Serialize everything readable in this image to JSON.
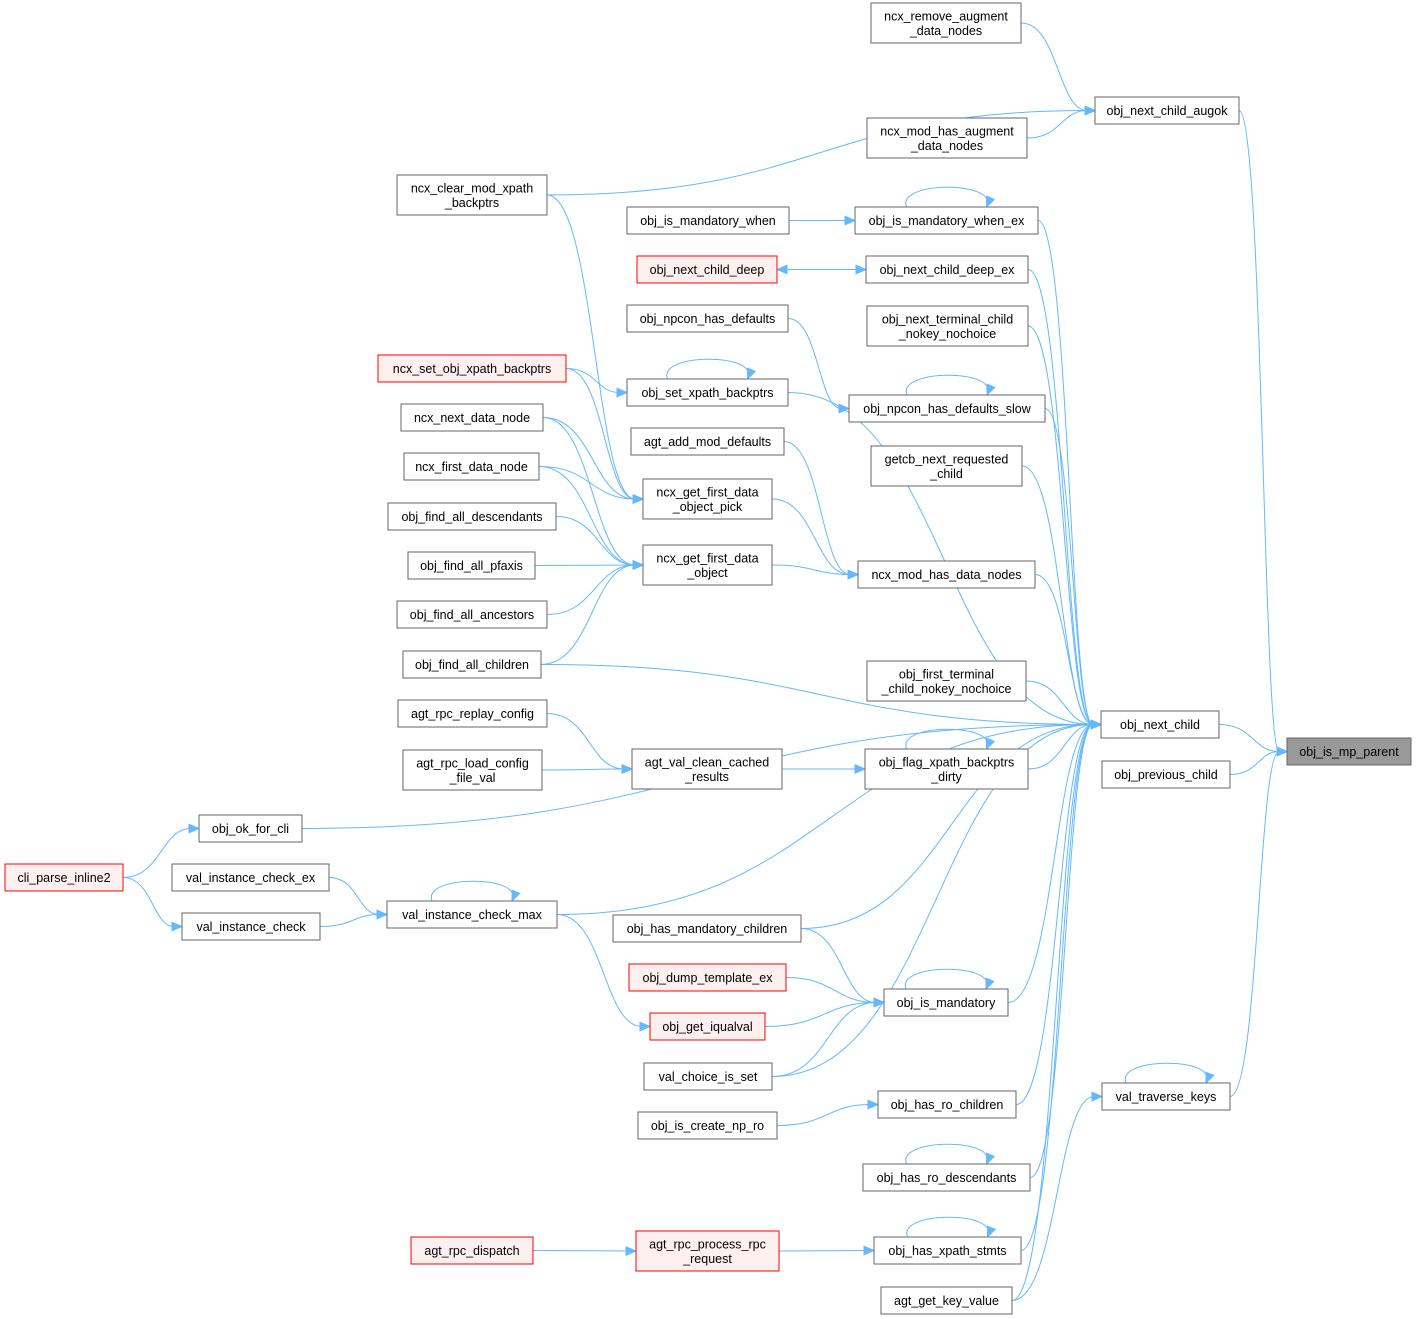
{
  "colors": {
    "edge": "#63b8ff",
    "node_border": "#666666",
    "external_border": "#ff0000",
    "external_fill": "#fff0f0",
    "focus_fill": "#999999"
  },
  "nodes": [
    {
      "id": "obj_is_mp_parent",
      "lines": [
        "obj_is_mp_parent"
      ],
      "style": "focus"
    },
    {
      "id": "obj_next_child",
      "lines": [
        "obj_next_child"
      ],
      "style": "normal"
    },
    {
      "id": "obj_next_child_augok",
      "lines": [
        "obj_next_child_augok"
      ],
      "style": "normal"
    },
    {
      "id": "obj_previous_child",
      "lines": [
        "obj_previous_child"
      ],
      "style": "normal"
    },
    {
      "id": "val_traverse_keys",
      "lines": [
        "val_traverse_keys"
      ],
      "style": "normal"
    },
    {
      "id": "ncx_remove_augment_data_nodes",
      "lines": [
        "ncx_remove_augment",
        "_data_nodes"
      ],
      "style": "normal"
    },
    {
      "id": "ncx_mod_has_augment_data_nodes",
      "lines": [
        "ncx_mod_has_augment",
        "_data_nodes"
      ],
      "style": "normal"
    },
    {
      "id": "ncx_clear_mod_xpath_backptrs",
      "lines": [
        "ncx_clear_mod_xpath",
        "_backptrs"
      ],
      "style": "normal"
    },
    {
      "id": "obj_is_mandatory_when",
      "lines": [
        "obj_is_mandatory_when"
      ],
      "style": "normal"
    },
    {
      "id": "obj_is_mandatory_when_ex",
      "lines": [
        "obj_is_mandatory_when_ex"
      ],
      "style": "normal"
    },
    {
      "id": "obj_next_child_deep",
      "lines": [
        "obj_next_child_deep"
      ],
      "style": "red"
    },
    {
      "id": "obj_next_child_deep_ex",
      "lines": [
        "obj_next_child_deep_ex"
      ],
      "style": "normal"
    },
    {
      "id": "obj_npcon_has_defaults",
      "lines": [
        "obj_npcon_has_defaults"
      ],
      "style": "normal"
    },
    {
      "id": "obj_next_terminal_child_nokey_nochoice",
      "lines": [
        "obj_next_terminal_child",
        "_nokey_nochoice"
      ],
      "style": "normal"
    },
    {
      "id": "ncx_set_obj_xpath_backptrs",
      "lines": [
        "ncx_set_obj_xpath_backptrs"
      ],
      "style": "red"
    },
    {
      "id": "obj_set_xpath_backptrs",
      "lines": [
        "obj_set_xpath_backptrs"
      ],
      "style": "normal"
    },
    {
      "id": "obj_npcon_has_defaults_slow",
      "lines": [
        "obj_npcon_has_defaults_slow"
      ],
      "style": "normal"
    },
    {
      "id": "ncx_next_data_node",
      "lines": [
        "ncx_next_data_node"
      ],
      "style": "normal"
    },
    {
      "id": "agt_add_mod_defaults",
      "lines": [
        "agt_add_mod_defaults"
      ],
      "style": "normal"
    },
    {
      "id": "getcb_next_requested_child",
      "lines": [
        "getcb_next_requested",
        "_child"
      ],
      "style": "normal"
    },
    {
      "id": "ncx_first_data_node",
      "lines": [
        "ncx_first_data_node"
      ],
      "style": "normal"
    },
    {
      "id": "ncx_get_first_data_object_pick",
      "lines": [
        "ncx_get_first_data",
        "_object_pick"
      ],
      "style": "normal"
    },
    {
      "id": "obj_find_all_descendants",
      "lines": [
        "obj_find_all_descendants"
      ],
      "style": "normal"
    },
    {
      "id": "ncx_get_first_data_object",
      "lines": [
        "ncx_get_first_data",
        "_object"
      ],
      "style": "normal"
    },
    {
      "id": "obj_find_all_pfaxis",
      "lines": [
        "obj_find_all_pfaxis"
      ],
      "style": "normal"
    },
    {
      "id": "ncx_mod_has_data_nodes",
      "lines": [
        "ncx_mod_has_data_nodes"
      ],
      "style": "normal"
    },
    {
      "id": "obj_find_all_ancestors",
      "lines": [
        "obj_find_all_ancestors"
      ],
      "style": "normal"
    },
    {
      "id": "obj_find_all_children",
      "lines": [
        "obj_find_all_children"
      ],
      "style": "normal"
    },
    {
      "id": "obj_first_terminal_child_nokey_nochoice",
      "lines": [
        "obj_first_terminal",
        "_child_nokey_nochoice"
      ],
      "style": "normal"
    },
    {
      "id": "agt_rpc_replay_config",
      "lines": [
        "agt_rpc_replay_config"
      ],
      "style": "normal"
    },
    {
      "id": "agt_rpc_load_config_file_val",
      "lines": [
        "agt_rpc_load_config",
        "_file_val"
      ],
      "style": "normal"
    },
    {
      "id": "agt_val_clean_cached_results",
      "lines": [
        "agt_val_clean_cached",
        "_results"
      ],
      "style": "normal"
    },
    {
      "id": "obj_flag_xpath_backptrs_dirty",
      "lines": [
        "obj_flag_xpath_backptrs",
        "_dirty"
      ],
      "style": "normal"
    },
    {
      "id": "obj_ok_for_cli",
      "lines": [
        "obj_ok_for_cli"
      ],
      "style": "normal"
    },
    {
      "id": "cli_parse_inline2",
      "lines": [
        "cli_parse_inline2"
      ],
      "style": "red"
    },
    {
      "id": "val_instance_check_ex",
      "lines": [
        "val_instance_check_ex"
      ],
      "style": "normal"
    },
    {
      "id": "val_instance_check",
      "lines": [
        "val_instance_check"
      ],
      "style": "normal"
    },
    {
      "id": "val_instance_check_max",
      "lines": [
        "val_instance_check_max"
      ],
      "style": "normal"
    },
    {
      "id": "obj_has_mandatory_children",
      "lines": [
        "obj_has_mandatory_children"
      ],
      "style": "normal"
    },
    {
      "id": "obj_dump_template_ex",
      "lines": [
        "obj_dump_template_ex"
      ],
      "style": "red"
    },
    {
      "id": "obj_is_mandatory",
      "lines": [
        "obj_is_mandatory"
      ],
      "style": "normal"
    },
    {
      "id": "obj_get_iqualval",
      "lines": [
        "obj_get_iqualval"
      ],
      "style": "red"
    },
    {
      "id": "val_choice_is_set",
      "lines": [
        "val_choice_is_set"
      ],
      "style": "normal"
    },
    {
      "id": "obj_has_ro_children",
      "lines": [
        "obj_has_ro_children"
      ],
      "style": "normal"
    },
    {
      "id": "obj_is_create_np_ro",
      "lines": [
        "obj_is_create_np_ro"
      ],
      "style": "normal"
    },
    {
      "id": "obj_has_ro_descendants",
      "lines": [
        "obj_has_ro_descendants"
      ],
      "style": "normal"
    },
    {
      "id": "agt_rpc_dispatch",
      "lines": [
        "agt_rpc_dispatch"
      ],
      "style": "red"
    },
    {
      "id": "agt_rpc_process_rpc_request",
      "lines": [
        "agt_rpc_process_rpc",
        "_request"
      ],
      "style": "red"
    },
    {
      "id": "obj_has_xpath_stmts",
      "lines": [
        "obj_has_xpath_stmts"
      ],
      "style": "normal"
    },
    {
      "id": "agt_get_key_value",
      "lines": [
        "agt_get_key_value"
      ],
      "style": "normal"
    }
  ],
  "edges": [
    [
      "obj_next_child",
      "obj_is_mp_parent"
    ],
    [
      "obj_next_child_augok",
      "obj_is_mp_parent"
    ],
    [
      "obj_previous_child",
      "obj_is_mp_parent"
    ],
    [
      "val_traverse_keys",
      "obj_is_mp_parent"
    ],
    [
      "ncx_remove_augment_data_nodes",
      "obj_next_child_augok"
    ],
    [
      "ncx_mod_has_augment_data_nodes",
      "obj_next_child_augok"
    ],
    [
      "ncx_clear_mod_xpath_backptrs",
      "obj_next_child_augok"
    ],
    [
      "obj_is_mandatory_when",
      "obj_is_mandatory_when_ex"
    ],
    [
      "obj_is_mandatory_when_ex",
      "obj_is_mandatory_when_ex"
    ],
    [
      "obj_next_child_deep",
      "obj_next_child_deep_ex"
    ],
    [
      "obj_next_child_deep_ex",
      "obj_next_child_deep"
    ],
    [
      "obj_npcon_has_defaults",
      "obj_npcon_has_defaults_slow"
    ],
    [
      "obj_npcon_has_defaults_slow",
      "obj_npcon_has_defaults_slow"
    ],
    [
      "ncx_set_obj_xpath_backptrs",
      "obj_set_xpath_backptrs"
    ],
    [
      "obj_set_xpath_backptrs",
      "obj_set_xpath_backptrs"
    ],
    [
      "ncx_clear_mod_xpath_backptrs",
      "ncx_get_first_data_object_pick"
    ],
    [
      "ncx_set_obj_xpath_backptrs",
      "ncx_get_first_data_object_pick"
    ],
    [
      "ncx_next_data_node",
      "ncx_get_first_data_object_pick"
    ],
    [
      "ncx_first_data_node",
      "ncx_get_first_data_object_pick"
    ],
    [
      "ncx_next_data_node",
      "ncx_get_first_data_object"
    ],
    [
      "ncx_first_data_node",
      "ncx_get_first_data_object"
    ],
    [
      "obj_find_all_descendants",
      "ncx_get_first_data_object"
    ],
    [
      "obj_find_all_pfaxis",
      "ncx_get_first_data_object"
    ],
    [
      "obj_find_all_ancestors",
      "ncx_get_first_data_object"
    ],
    [
      "obj_find_all_children",
      "ncx_get_first_data_object"
    ],
    [
      "ncx_get_first_data_object_pick",
      "ncx_mod_has_data_nodes"
    ],
    [
      "ncx_get_first_data_object",
      "ncx_mod_has_data_nodes"
    ],
    [
      "agt_add_mod_defaults",
      "ncx_mod_has_data_nodes"
    ],
    [
      "agt_rpc_replay_config",
      "agt_val_clean_cached_results"
    ],
    [
      "agt_rpc_load_config_file_val",
      "agt_val_clean_cached_results"
    ],
    [
      "agt_val_clean_cached_results",
      "obj_flag_xpath_backptrs_dirty"
    ],
    [
      "obj_flag_xpath_backptrs_dirty",
      "obj_flag_xpath_backptrs_dirty"
    ],
    [
      "cli_parse_inline2",
      "obj_ok_for_cli"
    ],
    [
      "cli_parse_inline2",
      "val_instance_check"
    ],
    [
      "val_instance_check_ex",
      "val_instance_check_max"
    ],
    [
      "val_instance_check",
      "val_instance_check_max"
    ],
    [
      "val_instance_check_max",
      "val_instance_check_max"
    ],
    [
      "val_instance_check_max",
      "obj_get_iqualval"
    ],
    [
      "obj_has_mandatory_children",
      "obj_is_mandatory"
    ],
    [
      "obj_dump_template_ex",
      "obj_is_mandatory"
    ],
    [
      "obj_get_iqualval",
      "obj_is_mandatory"
    ],
    [
      "val_choice_is_set",
      "obj_is_mandatory"
    ],
    [
      "obj_is_mandatory",
      "obj_is_mandatory"
    ],
    [
      "obj_is_create_np_ro",
      "obj_has_ro_children"
    ],
    [
      "obj_has_ro_descendants",
      "obj_has_ro_descendants"
    ],
    [
      "agt_rpc_dispatch",
      "agt_rpc_process_rpc_request"
    ],
    [
      "agt_rpc_process_rpc_request",
      "obj_has_xpath_stmts"
    ],
    [
      "obj_has_xpath_stmts",
      "obj_has_xpath_stmts"
    ],
    [
      "val_traverse_keys",
      "val_traverse_keys"
    ],
    [
      "agt_get_key_value",
      "val_traverse_keys"
    ],
    [
      "obj_is_mandatory_when_ex",
      "obj_next_child"
    ],
    [
      "obj_next_child_deep_ex",
      "obj_next_child"
    ],
    [
      "obj_next_terminal_child_nokey_nochoice",
      "obj_next_child"
    ],
    [
      "obj_npcon_has_defaults_slow",
      "obj_next_child"
    ],
    [
      "obj_set_xpath_backptrs",
      "obj_next_child"
    ],
    [
      "getcb_next_requested_child",
      "obj_next_child"
    ],
    [
      "ncx_mod_has_data_nodes",
      "obj_next_child"
    ],
    [
      "obj_find_all_children",
      "obj_next_child"
    ],
    [
      "obj_first_terminal_child_nokey_nochoice",
      "obj_next_child"
    ],
    [
      "obj_flag_xpath_backptrs_dirty",
      "obj_next_child"
    ],
    [
      "obj_ok_for_cli",
      "obj_next_child"
    ],
    [
      "val_instance_check_max",
      "obj_next_child"
    ],
    [
      "obj_has_mandatory_children",
      "obj_next_child"
    ],
    [
      "obj_is_mandatory",
      "obj_next_child"
    ],
    [
      "val_choice_is_set",
      "obj_next_child"
    ],
    [
      "obj_has_ro_children",
      "obj_next_child"
    ],
    [
      "obj_has_ro_descendants",
      "obj_next_child"
    ],
    [
      "obj_has_xpath_stmts",
      "obj_next_child"
    ],
    [
      "agt_get_key_value",
      "obj_next_child"
    ]
  ]
}
